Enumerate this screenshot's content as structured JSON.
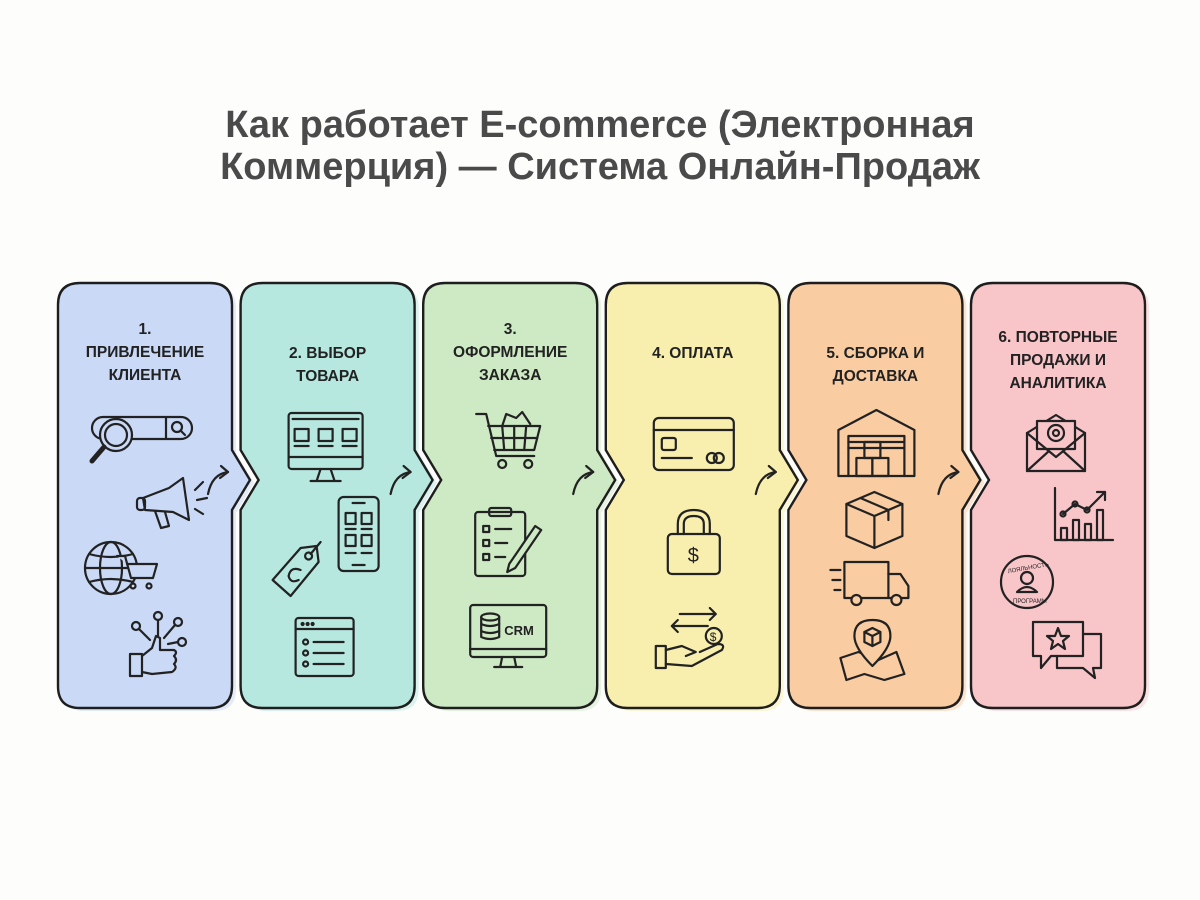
{
  "title": {
    "line1": "Как работает E-commerce (Электронная",
    "line2": "Коммерция) — Система Онлайн-Продаж"
  },
  "steps": [
    {
      "label": "1. ПРИВЛЕЧЕНИЕ КЛИЕНТА",
      "lines": [
        "1.",
        "ПРИВЛЕЧЕНИЕ",
        "КЛИЕНТА"
      ],
      "color": "#c9d9f6",
      "icons": [
        "search-bar-icon",
        "megaphone-icon",
        "globe-cart-icon",
        "social-like-icon"
      ]
    },
    {
      "label": "2. ВЫБОР ТОВАРА",
      "lines": [
        "2. ВЫБОР",
        "ТОВАРА"
      ],
      "color": "#b6e8e0",
      "icons": [
        "catalog-monitor-icon",
        "mobile-catalog-icon",
        "price-tag-icon",
        "product-list-icon"
      ]
    },
    {
      "label": "3. ОФОРМЛЕНИЕ ЗАКАЗА",
      "lines": [
        "3.",
        "ОФОРМЛЕНИЕ",
        "ЗАКАЗА"
      ],
      "color": "#cdeac4",
      "icons": [
        "shopping-cart-icon",
        "order-form-icon",
        "crm-monitor-icon"
      ],
      "crm_text": "CRM"
    },
    {
      "label": "4. ОПЛАТА",
      "lines": [
        "4. ОПЛАТА"
      ],
      "color": "#f8efae",
      "icons": [
        "credit-card-icon",
        "secure-lock-icon",
        "payment-transfer-icon"
      ]
    },
    {
      "label": "5. СБОРКА И ДОСТАВКА",
      "lines": [
        "5. СБОРКА И",
        "ДОСТАВКА"
      ],
      "color": "#f9cca2",
      "icons": [
        "warehouse-icon",
        "package-box-icon",
        "delivery-truck-icon",
        "map-location-icon"
      ]
    },
    {
      "label": "6. ПОВТОРНЫЕ ПРОДАЖИ И АНАЛИТИКА",
      "lines": [
        "6. ПОВТОРНЫЕ",
        "ПРОДАЖИ И",
        "АНАЛИТИКА"
      ],
      "color": "#f8c5c9",
      "icons": [
        "email-icon",
        "analytics-chart-icon",
        "loyalty-badge-icon",
        "review-star-icon"
      ],
      "badge_text": "ЛОЯЛЬНОСТЬ ПРОГРАММ"
    }
  ]
}
